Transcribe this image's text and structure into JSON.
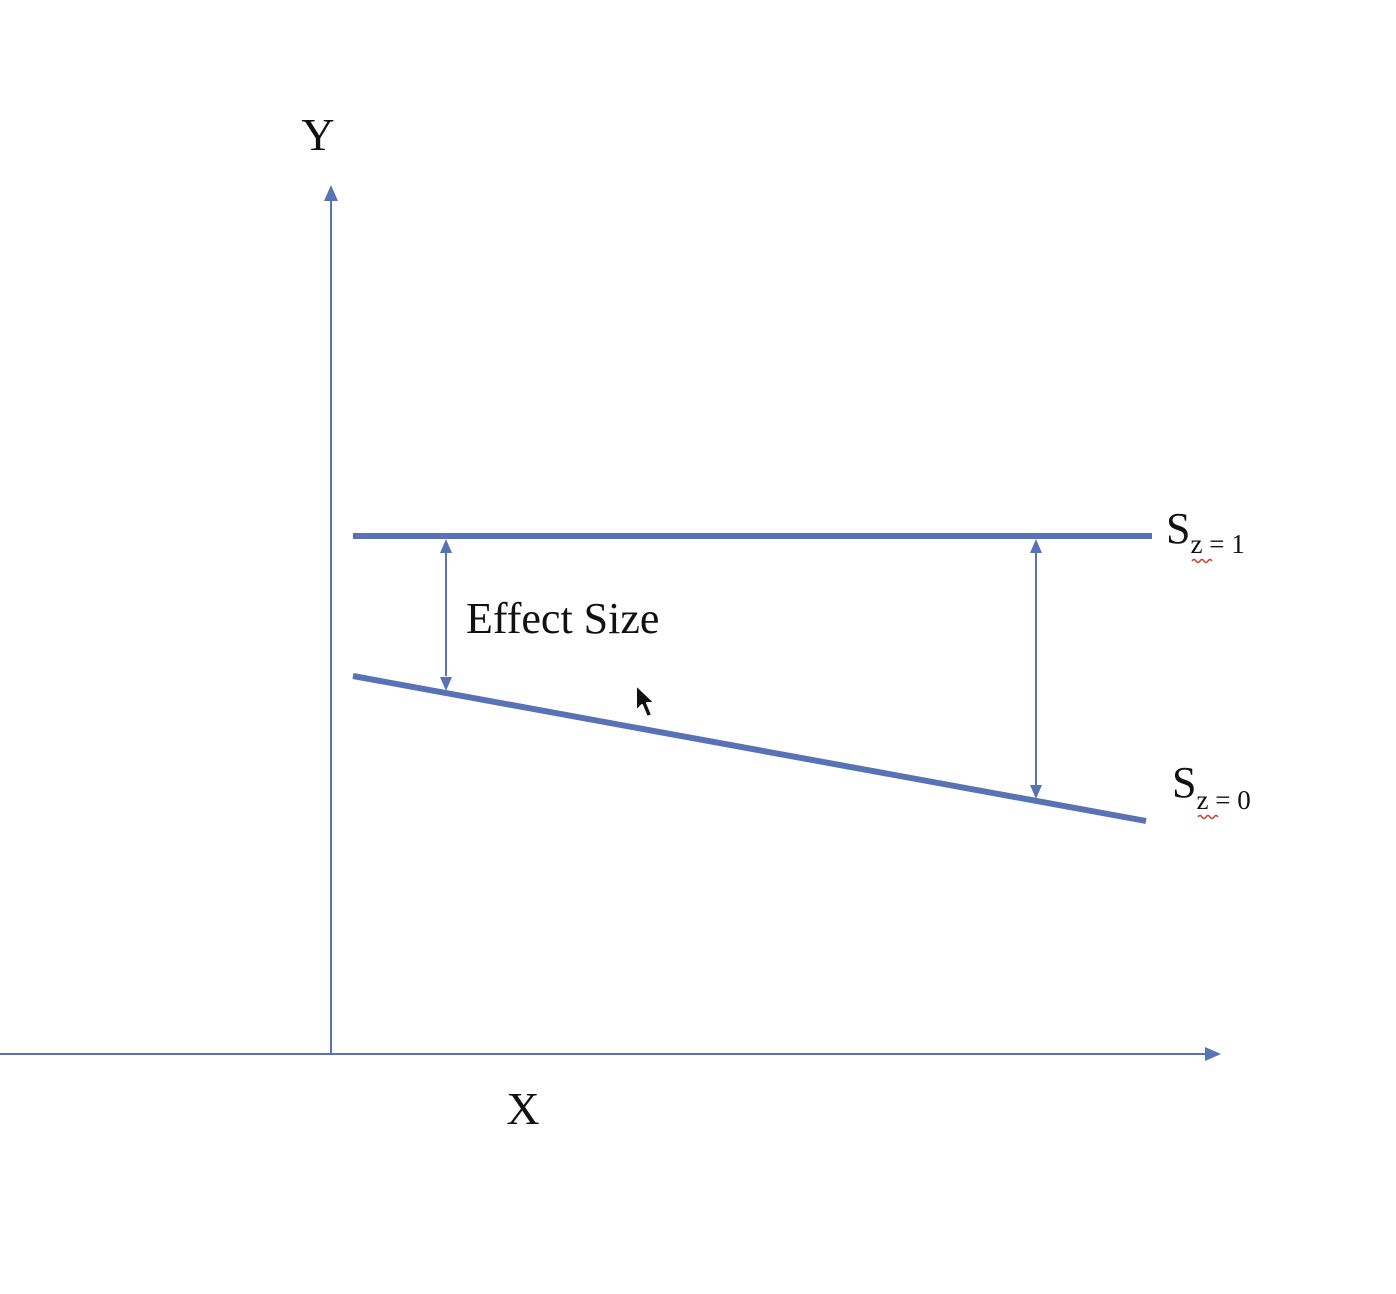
{
  "diagram": {
    "y_axis_label": "Y",
    "x_axis_label": "X",
    "effect_label": "Effect Size",
    "lines": [
      {
        "name": "S",
        "subscript": "z = 1"
      },
      {
        "name": "S",
        "subscript": "z = 0"
      }
    ],
    "colors": {
      "line": "#5872b5",
      "axis": "#5872b5",
      "text": "#111111",
      "spellcheck": "#d43a2a"
    },
    "icons": [
      "cursor-icon"
    ]
  }
}
